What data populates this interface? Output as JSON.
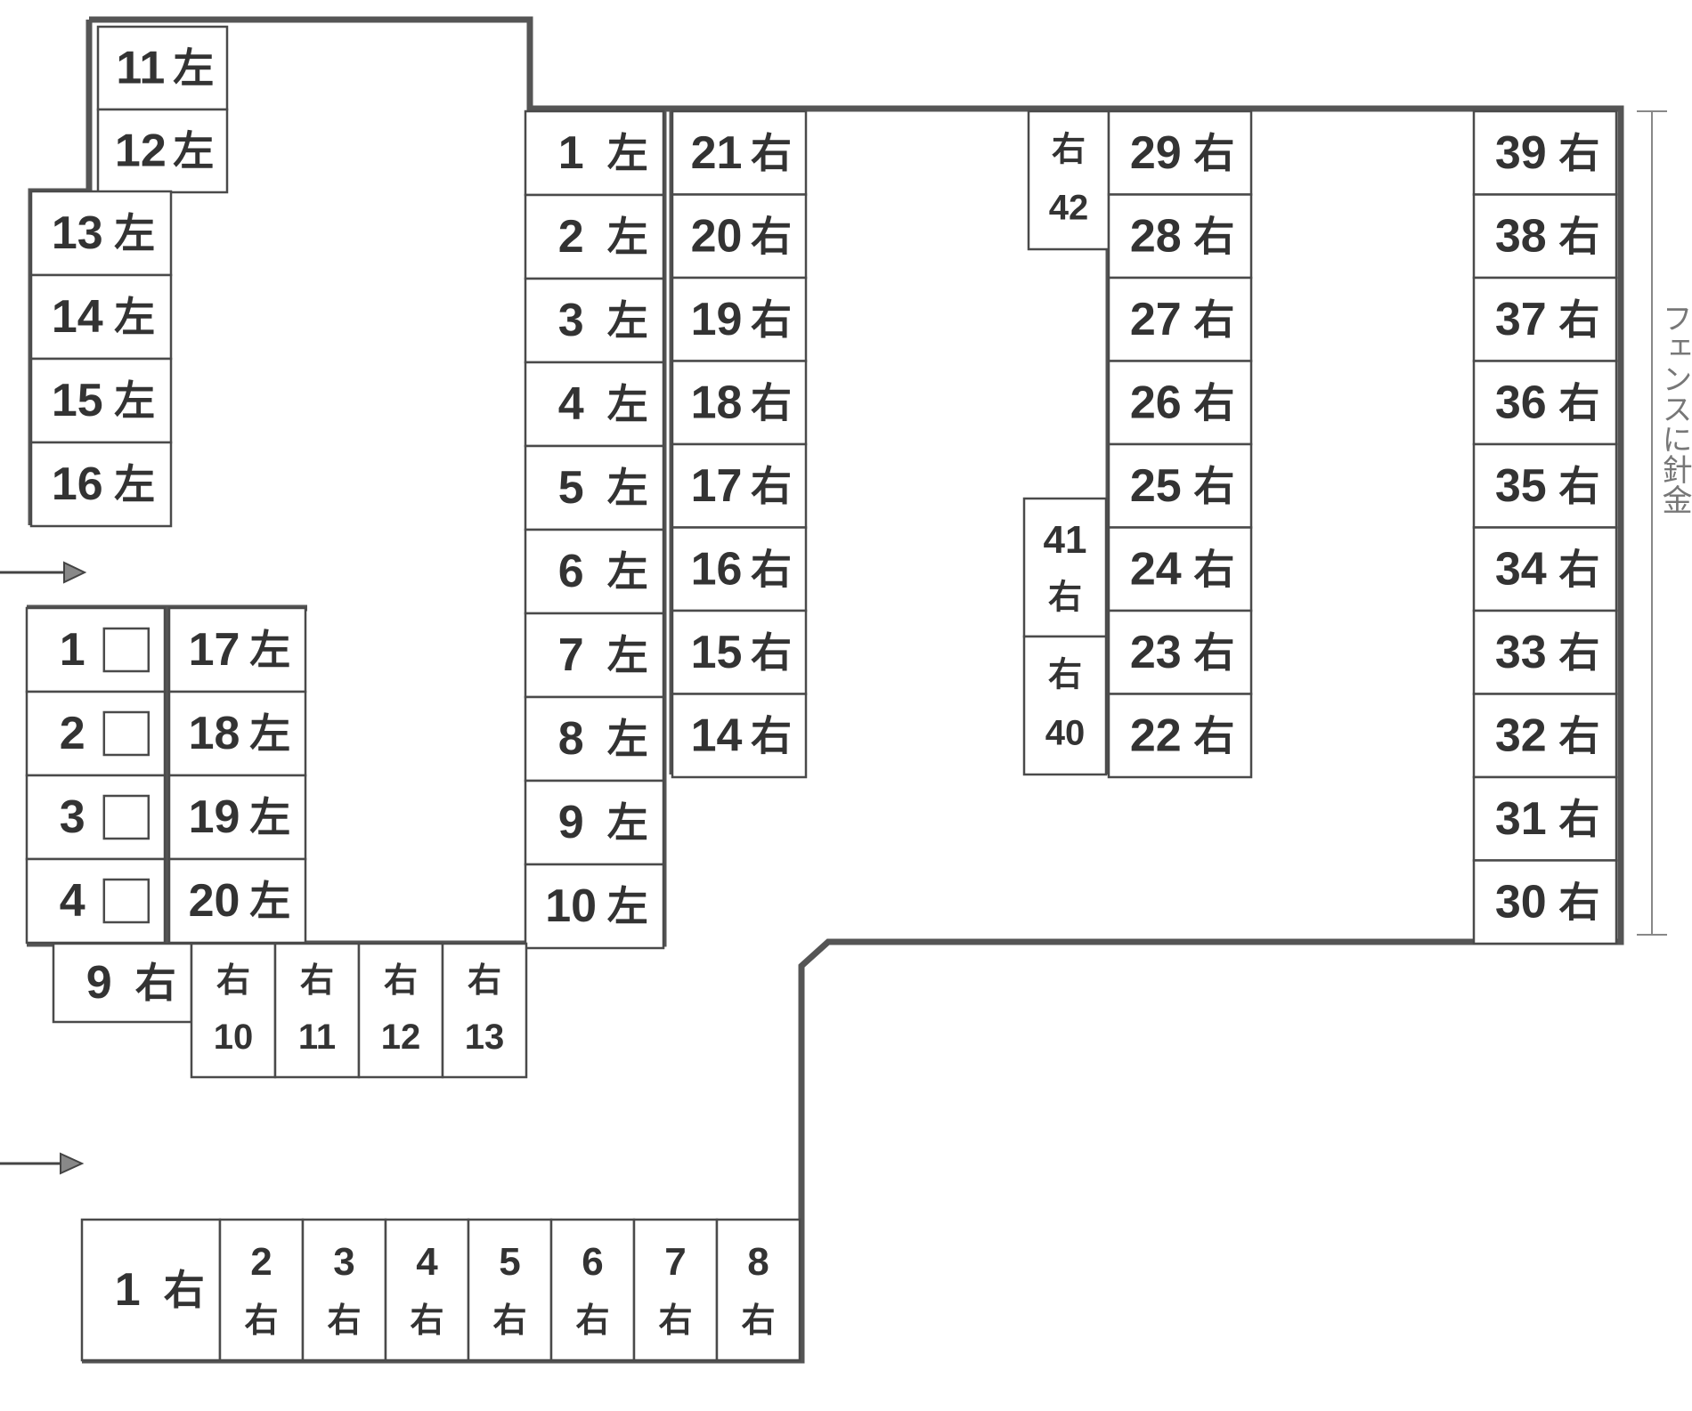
{
  "colors": {
    "ink": "#333333",
    "wall": "#555555",
    "paper": "#ffffff"
  },
  "annotation": {
    "text": "フェンスに針金"
  },
  "groups": [
    {
      "id": "g-top-left",
      "cells": [
        {
          "num": "11",
          "suffix": "左",
          "layout": "h"
        },
        {
          "num": "12",
          "suffix": "左",
          "layout": "h"
        }
      ]
    },
    {
      "id": "g-left-13-16",
      "cells": [
        {
          "num": "13",
          "suffix": "左",
          "layout": "h"
        },
        {
          "num": "14",
          "suffix": "左",
          "layout": "h"
        },
        {
          "num": "15",
          "suffix": "左",
          "layout": "h"
        },
        {
          "num": "16",
          "suffix": "左",
          "layout": "h"
        }
      ]
    },
    {
      "id": "g-col-1-10",
      "cells": [
        {
          "num": "1",
          "suffix": "左",
          "layout": "h"
        },
        {
          "num": "2",
          "suffix": "左",
          "layout": "h"
        },
        {
          "num": "3",
          "suffix": "左",
          "layout": "h"
        },
        {
          "num": "4",
          "suffix": "左",
          "layout": "h"
        },
        {
          "num": "5",
          "suffix": "左",
          "layout": "h"
        },
        {
          "num": "6",
          "suffix": "左",
          "layout": "h"
        },
        {
          "num": "7",
          "suffix": "左",
          "layout": "h"
        },
        {
          "num": "8",
          "suffix": "左",
          "layout": "h"
        },
        {
          "num": "9",
          "suffix": "左",
          "layout": "h"
        },
        {
          "num": "10",
          "suffix": "左",
          "layout": "h"
        }
      ]
    },
    {
      "id": "g-col-21-14",
      "cells": [
        {
          "num": "21",
          "suffix": "右",
          "layout": "h"
        },
        {
          "num": "20",
          "suffix": "右",
          "layout": "h"
        },
        {
          "num": "19",
          "suffix": "右",
          "layout": "h"
        },
        {
          "num": "18",
          "suffix": "右",
          "layout": "h"
        },
        {
          "num": "17",
          "suffix": "右",
          "layout": "h"
        },
        {
          "num": "16",
          "suffix": "右",
          "layout": "h"
        },
        {
          "num": "15",
          "suffix": "右",
          "layout": "h"
        },
        {
          "num": "14",
          "suffix": "右",
          "layout": "h"
        }
      ]
    },
    {
      "id": "g-42",
      "cells": [
        {
          "num": "42",
          "suffix": "右",
          "layout": "v-suffix-top"
        }
      ]
    },
    {
      "id": "g-41-40",
      "cells": [
        {
          "num": "41",
          "suffix": "右",
          "layout": "v"
        },
        {
          "num": "40",
          "suffix": "右",
          "layout": "v-suffix-top"
        }
      ]
    },
    {
      "id": "g-col-29-22",
      "cells": [
        {
          "num": "29",
          "suffix": "右",
          "layout": "h"
        },
        {
          "num": "28",
          "suffix": "右",
          "layout": "h"
        },
        {
          "num": "27",
          "suffix": "右",
          "layout": "h"
        },
        {
          "num": "26",
          "suffix": "右",
          "layout": "h"
        },
        {
          "num": "25",
          "suffix": "右",
          "layout": "h"
        },
        {
          "num": "24",
          "suffix": "右",
          "layout": "h"
        },
        {
          "num": "23",
          "suffix": "右",
          "layout": "h"
        },
        {
          "num": "22",
          "suffix": "右",
          "layout": "h"
        }
      ]
    },
    {
      "id": "g-col-39-30",
      "cells": [
        {
          "num": "39",
          "suffix": "右",
          "layout": "h"
        },
        {
          "num": "38",
          "suffix": "右",
          "layout": "h"
        },
        {
          "num": "37",
          "suffix": "右",
          "layout": "h"
        },
        {
          "num": "36",
          "suffix": "右",
          "layout": "h"
        },
        {
          "num": "35",
          "suffix": "右",
          "layout": "h"
        },
        {
          "num": "34",
          "suffix": "右",
          "layout": "h"
        },
        {
          "num": "33",
          "suffix": "右",
          "layout": "h"
        },
        {
          "num": "32",
          "suffix": "右",
          "layout": "h"
        },
        {
          "num": "31",
          "suffix": "右",
          "layout": "h"
        },
        {
          "num": "30",
          "suffix": "右",
          "layout": "h"
        }
      ]
    },
    {
      "id": "g-col-1-4-dark",
      "cells": [
        {
          "num": "1",
          "suffix": "",
          "layout": "h-block"
        },
        {
          "num": "2",
          "suffix": "",
          "layout": "h-block"
        },
        {
          "num": "3",
          "suffix": "",
          "layout": "h-block"
        },
        {
          "num": "4",
          "suffix": "",
          "layout": "h-block"
        }
      ]
    },
    {
      "id": "g-col-17-20",
      "cells": [
        {
          "num": "17",
          "suffix": "左",
          "layout": "h"
        },
        {
          "num": "18",
          "suffix": "左",
          "layout": "h"
        },
        {
          "num": "19",
          "suffix": "左",
          "layout": "h"
        },
        {
          "num": "20",
          "suffix": "左",
          "layout": "h"
        }
      ]
    },
    {
      "id": "g-9",
      "cells": [
        {
          "num": "9",
          "suffix": "右",
          "layout": "h"
        }
      ]
    },
    {
      "id": "g-row-10-13",
      "cells": [
        {
          "num": "10",
          "suffix": "右",
          "layout": "v-suffix-top"
        },
        {
          "num": "11",
          "suffix": "右",
          "layout": "v-suffix-top"
        },
        {
          "num": "12",
          "suffix": "右",
          "layout": "v-suffix-top"
        },
        {
          "num": "13",
          "suffix": "右",
          "layout": "v-suffix-top"
        }
      ]
    },
    {
      "id": "g-row-1-8",
      "cells": [
        {
          "num": "1",
          "suffix": "右",
          "layout": "h"
        },
        {
          "num": "2",
          "suffix": "右",
          "layout": "v"
        },
        {
          "num": "3",
          "suffix": "右",
          "layout": "v"
        },
        {
          "num": "4",
          "suffix": "右",
          "layout": "v"
        },
        {
          "num": "5",
          "suffix": "右",
          "layout": "v"
        },
        {
          "num": "6",
          "suffix": "右",
          "layout": "v"
        },
        {
          "num": "7",
          "suffix": "右",
          "layout": "v"
        },
        {
          "num": "8",
          "suffix": "右",
          "layout": "v"
        }
      ]
    }
  ]
}
